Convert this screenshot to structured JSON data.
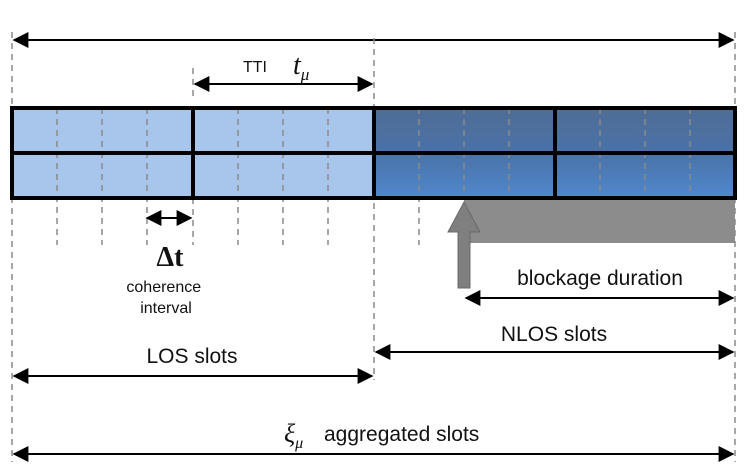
{
  "labels": {
    "tti": "TTI",
    "t_mu_base": "t",
    "t_mu_sub": "μ",
    "delta_t": "Δt",
    "coherence_line1": "coherence",
    "coherence_line2": "interval",
    "blockage_duration": "blockage duration",
    "nlos_slots": "NLOS slots",
    "los_slots": "LOS slots",
    "xi_base": "ξ",
    "xi_sub": "μ",
    "aggregated_slots": "aggregated slots"
  },
  "colors": {
    "los_fill": "#a8c6ec",
    "nlos_fill_top": "#4e6d95",
    "nlos_fill_bottom": "#4f86c6",
    "blockage_fill": "#8c8c8c",
    "arrow_fill": "#7f7f7f",
    "outline": "#000000",
    "dashed": "#8a8a8a"
  }
}
